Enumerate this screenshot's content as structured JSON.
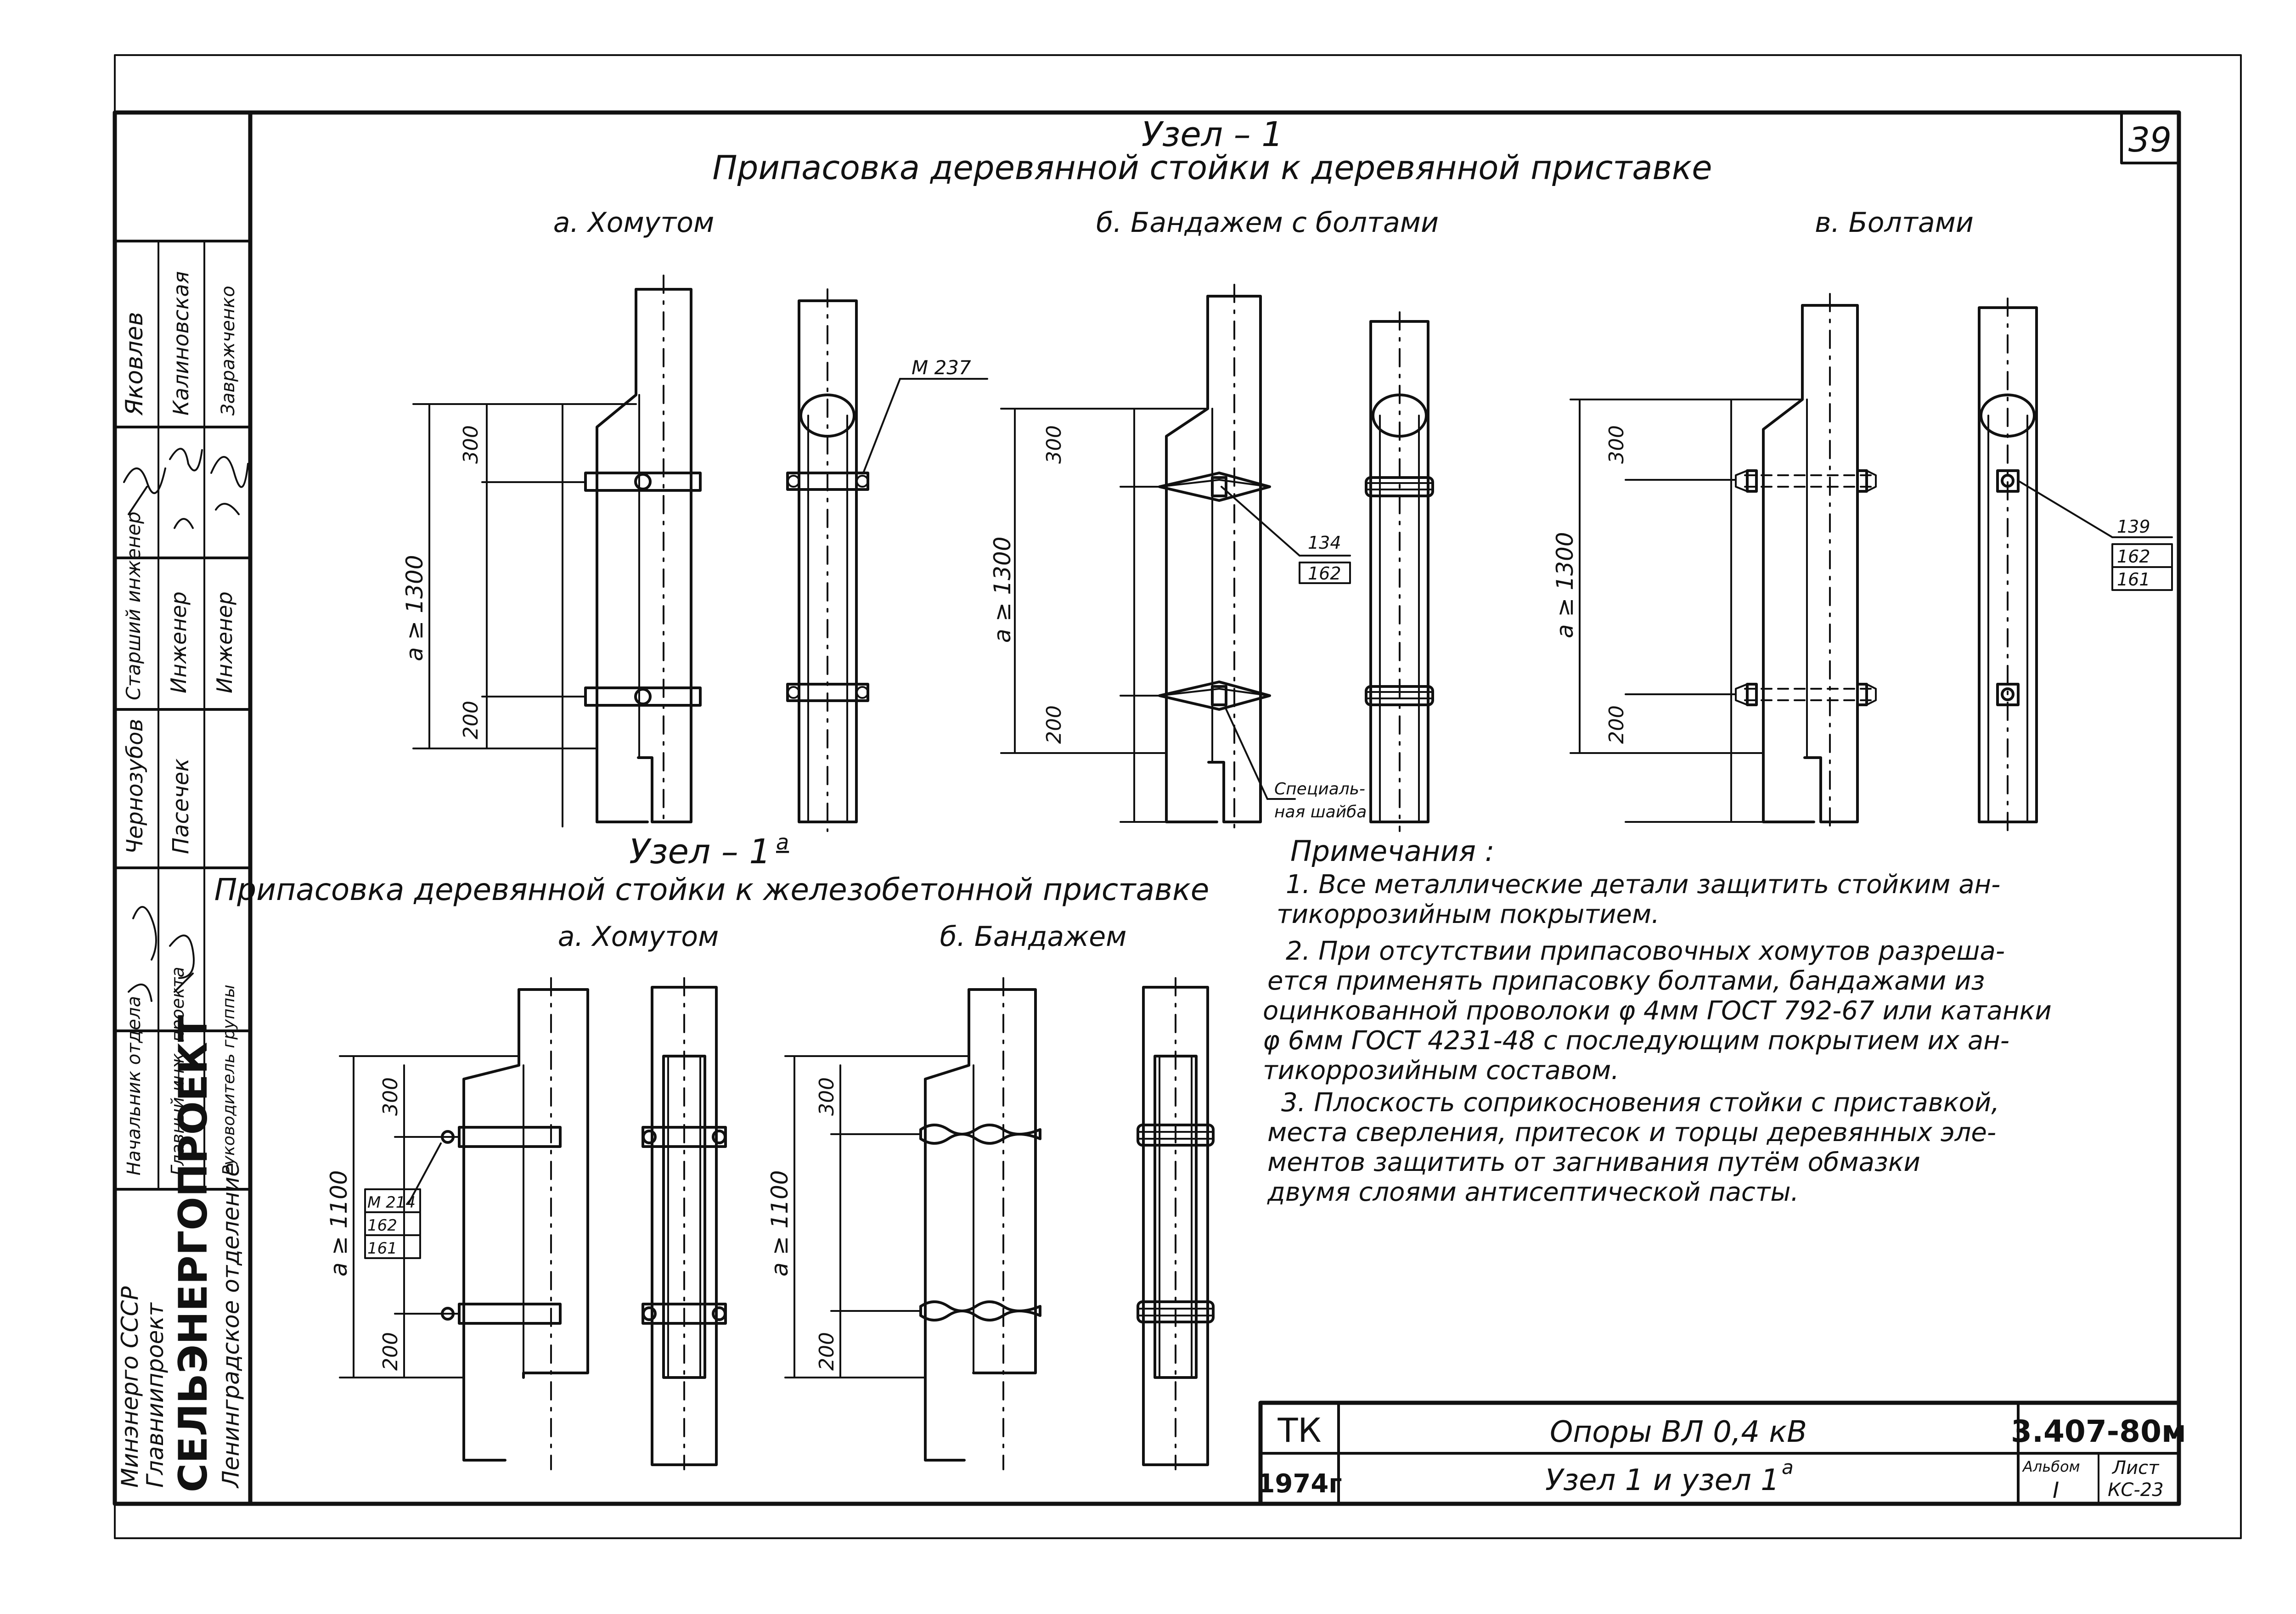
{
  "sheet_number": "39",
  "node1": {
    "title": "Узел – 1",
    "subtitle": "Припасовка деревянной стойки к деревянной приставке",
    "a_label": "а. Хомутом",
    "b_label": "б. Бандажем с болтами",
    "v_label": "в. Болтами",
    "dim_a": "a ≥ 1300",
    "dim_300": "300",
    "dim_200": "200",
    "ref_m237": "M 237",
    "ref_134": "134",
    "ref_162": "162",
    "ref_139": "139",
    "ref_161": "161",
    "washer_line1": "Специаль-",
    "washer_line2": "ная шайба"
  },
  "node1a": {
    "title": "Узел – 1",
    "title_sup": "а",
    "subtitle": "Припасовка деревянной стойки к железобетонной приставке",
    "a_label": "а. Хомутом",
    "b_label": "б. Бандажем",
    "dim_a": "a ≥ 1100",
    "dim_300": "300",
    "dim_200": "200",
    "ref_m214": "M 214",
    "ref_162": "162",
    "ref_161": "161"
  },
  "notes": {
    "heading": "Примечания :",
    "lines": [
      "1. Все металлические детали защитить стойким ан-",
      "тикоррозийным покрытием.",
      "2. При отсутствии припасовочных хомутов разреша-",
      "ется применять припасовку болтами, бандажами из",
      "оцинкованной проволоки φ 4мм ГОСТ 792-67 или катанки",
      "φ 6мм ГОСТ 4231-48 с последующим покрытием их ан-",
      "тикоррозийным составом.",
      "3. Плоскость соприкосновения стойки с приставкой,",
      "места сверления, притесок и торцы деревянных эле-",
      "ментов защитить от загнивания путём обмазки",
      "двумя слоями антисептической пасты."
    ]
  },
  "side_stamp": {
    "org_lines": [
      "Минэнерго СССР",
      "Главниипроект"
    ],
    "org_big": "СЕЛЬЭНЕРГОПРОЕКТ",
    "org_dept": "Ленинградское отделение",
    "roles": [
      "Начальник отдела",
      "Главный инж. проекта",
      "Руководитель группы",
      "Старший инженер",
      "Инженер",
      "Инженер"
    ],
    "names": [
      "Чернозубов",
      "Пасечек",
      "Яковлев",
      "Калиновская",
      "Завражченко"
    ]
  },
  "title_block": {
    "tk": "ТК",
    "year": "1974г",
    "project": "Опоры ВЛ 0,4 кВ",
    "sheet_title": "Узел 1 и узел 1",
    "sheet_title_sup": "а",
    "code": "3.407-80м",
    "album_label": "Альбом",
    "album_value": "I",
    "list_label": "Лист",
    "list_value": "КС-23"
  }
}
